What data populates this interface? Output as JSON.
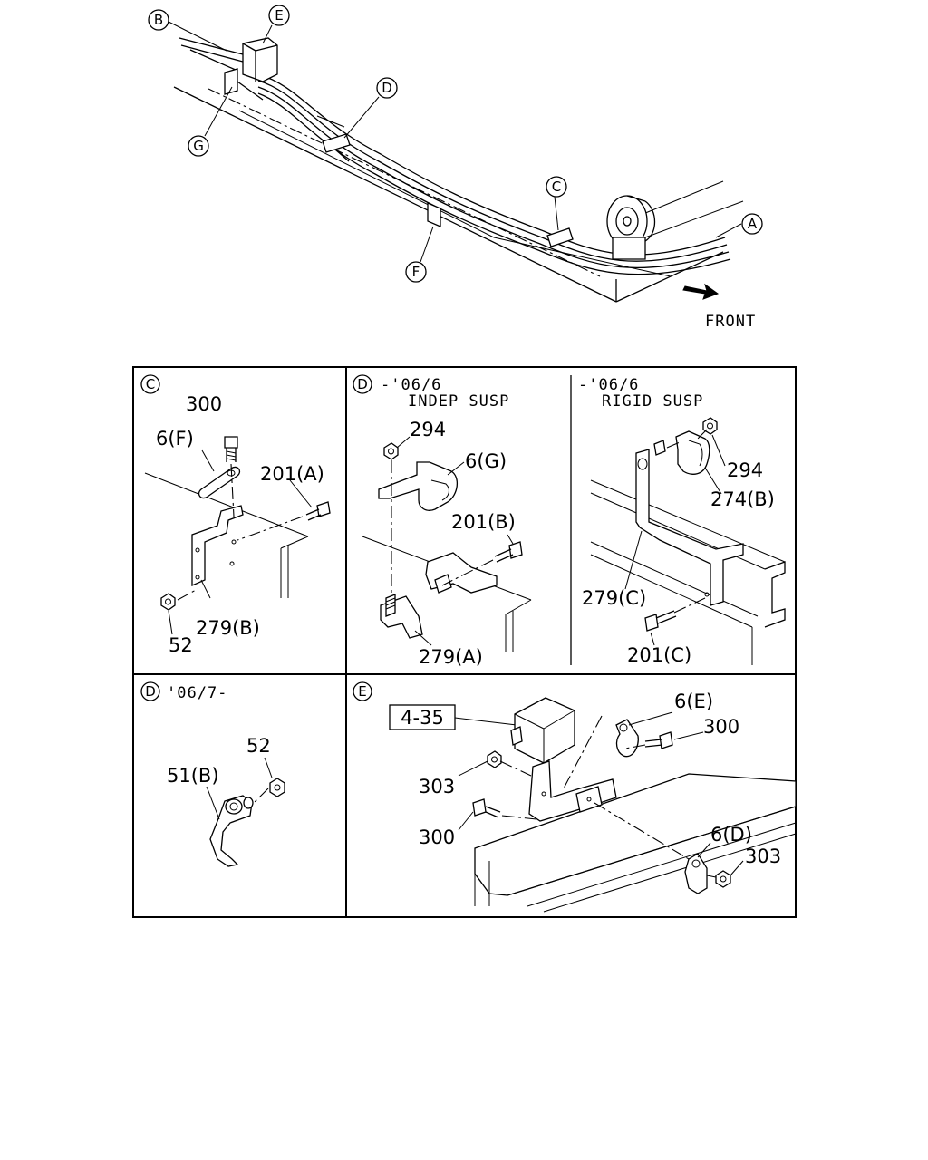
{
  "overview": {
    "callouts": {
      "a": "A",
      "b": "B",
      "c": "C",
      "d": "D",
      "e": "E",
      "f": "F",
      "g": "G"
    },
    "front_label": "FRONT"
  },
  "panel_c": {
    "callout": "C",
    "labels": {
      "p300": "300",
      "p6f": "6(F)",
      "p201a": "201(A)",
      "p52": "52",
      "p279b": "279(B)"
    }
  },
  "panel_d_indep": {
    "callout": "D",
    "header_line1": "-'06/6",
    "header_line2": "INDEP SUSP",
    "labels": {
      "p294": "294",
      "p6g": "6(G)",
      "p201b": "201(B)",
      "p279a": "279(A)"
    }
  },
  "panel_d_rigid": {
    "header_line1": "-'06/6",
    "header_line2": "RIGID SUSP",
    "labels": {
      "p294": "294",
      "p274b": "274(B)",
      "p279c": "279(C)",
      "p201c": "201(C)"
    }
  },
  "panel_d_late": {
    "callout": "D",
    "header": "'06/7-",
    "labels": {
      "p52": "52",
      "p51b": "51(B)"
    }
  },
  "panel_e": {
    "callout": "E",
    "ref_box": "4-35",
    "labels": {
      "p6e": "6(E)",
      "p300a": "300",
      "p303a": "303",
      "p300b": "300",
      "p6d": "6(D)",
      "p303b": "303"
    }
  }
}
